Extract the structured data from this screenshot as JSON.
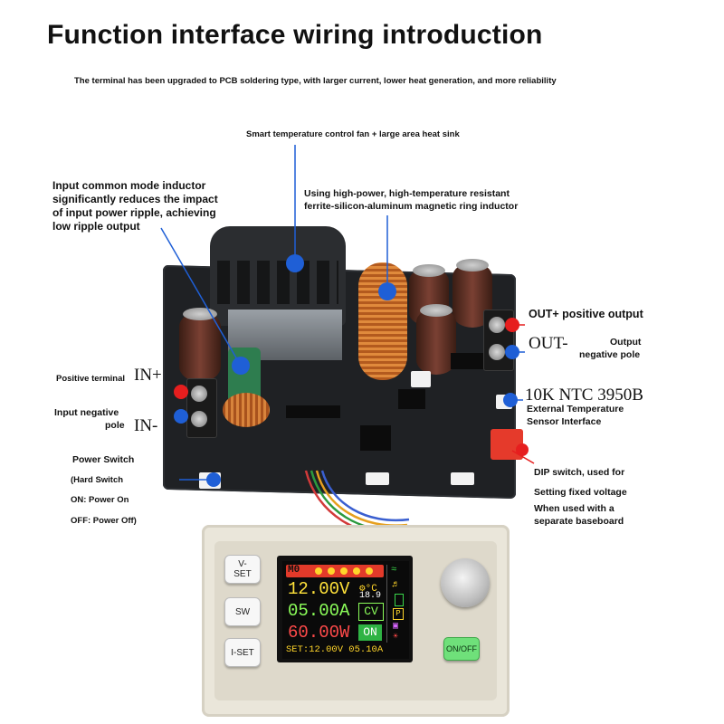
{
  "header": {
    "title": "Function interface wiring introduction",
    "subtitle": "The terminal has been upgraded to PCB soldering type, with larger current, lower heat generation, and more reliability"
  },
  "labels": {
    "fan": "Smart temperature control fan + large area heat sink",
    "ring_inductor_1": "Using high-power, high-temperature resistant",
    "ring_inductor_2": "ferrite-silicon-aluminum magnetic ring inductor",
    "cm_inductor_1": "Input common mode inductor",
    "cm_inductor_2": "significantly reduces the impact",
    "cm_inductor_3": "of input power ripple, achieving",
    "cm_inductor_4": "low ripple output",
    "out_plus": "OUT+ positive output",
    "out_minus_big": "OUT-",
    "out_minus_1": "Output",
    "out_minus_2": "negative pole",
    "ntc_big": "10K NTC 3950B",
    "ntc_1": "External Temperature",
    "ntc_2": "Sensor Interface",
    "in_plus_small": "Positive terminal",
    "in_plus_big": "IN+",
    "in_minus_1": "Input negative",
    "in_minus_2": "pole",
    "in_minus_big": "IN-",
    "power_switch_1": "Power Switch",
    "power_switch_2": "(Hard Switch",
    "power_switch_3": "ON: Power On",
    "power_switch_4": "OFF: Power Off)",
    "dip_1": "DIP switch, used for",
    "dip_2": "Setting fixed voltage",
    "dip_3": "When used with a",
    "dip_4": "separate baseboard"
  },
  "controller": {
    "buttons": {
      "vset": "V-SET",
      "sw": "SW",
      "iset": "I-SET",
      "onoff": "ON/OFF"
    },
    "lcd": {
      "mode": "M0",
      "voltage": "12.00V",
      "current": "05.00A",
      "power": "60.00W",
      "temp": "18.9",
      "status_cv": "CV",
      "status_on": "ON",
      "set_line": "SET:12.00V 05.10A",
      "p_badge": "P"
    }
  },
  "colors": {
    "red_marker": "#e61e1e",
    "blue_marker": "#1f5fd6"
  }
}
